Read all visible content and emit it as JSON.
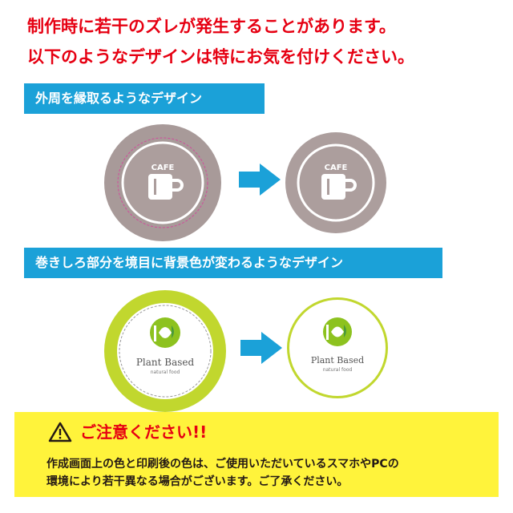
{
  "header": {
    "line1": "制作時に若干のズレが発生することがあります。",
    "line2": "以下のようなデザインは特にお気を付けください。"
  },
  "section1": {
    "label": "外周を縁取るようなデザイン",
    "logo_text": "CAFE",
    "colors": {
      "ring": "#a89a99",
      "inner": "#ac9e9d",
      "accent": "#1ba1d8"
    }
  },
  "section2": {
    "label": "巻きしろ部分を境目に背景色が変わるようなデザイン",
    "logo_title": "Plant Based",
    "logo_sub": "natural food",
    "colors": {
      "ring": "#c1d72e",
      "leaf_green": "#8dc21f",
      "leaf_dark": "#4a9a3a",
      "text": "#555555"
    }
  },
  "notice": {
    "title": "ご注意ください!!",
    "line1": "作成画面上の色と印刷後の色は、ご使用いただいているスマホやPCの",
    "line2": "環境により若干異なる場合がございます。ご了承ください。",
    "bg_color": "#fff33b",
    "title_color": "#e60012"
  }
}
